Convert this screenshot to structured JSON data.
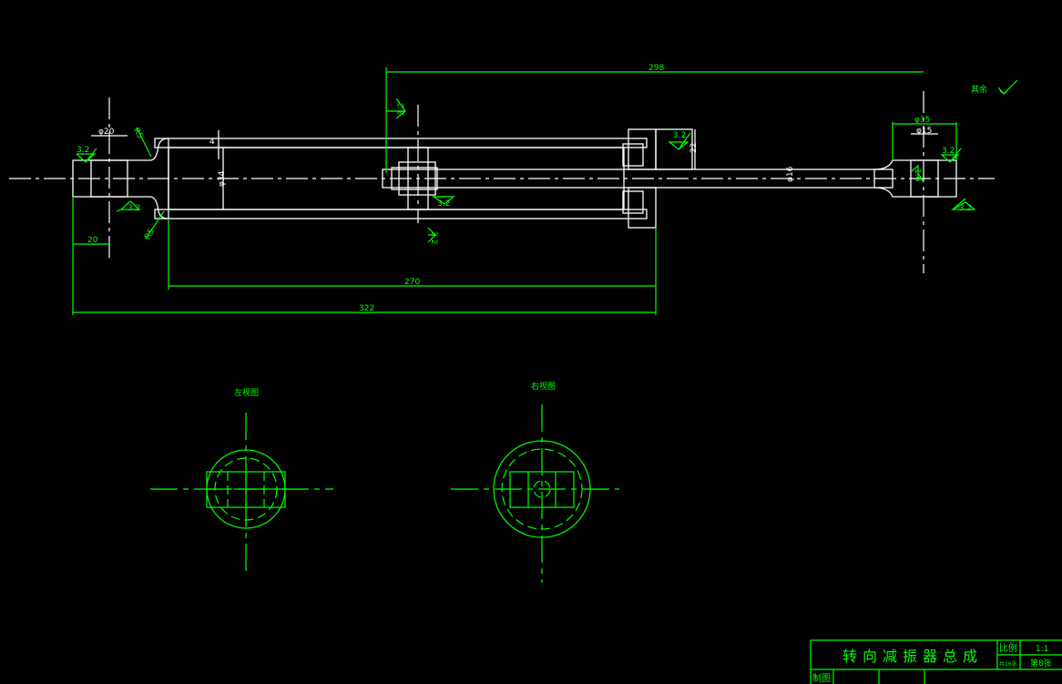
{
  "drawing": {
    "title": "转向减振器总成",
    "note_other": "其余",
    "views": {
      "left_view": "左视图",
      "right_view": "右视图"
    },
    "dimensions": {
      "d298": "298",
      "d270": "270",
      "d322": "322",
      "d20": "20",
      "phi20": "φ20",
      "phi35": "φ35",
      "phi15": "φ15",
      "phi34": "φ34",
      "phi16": "φ16",
      "r5a": "R5",
      "r5b": "R5",
      "d22": "22",
      "d4": "4"
    },
    "roughness": "3.2",
    "roughness_fine": "1.6"
  },
  "title_block": {
    "title": "转向减振器总成",
    "scale_label": "比例",
    "scale_value": "1:1",
    "sheets_total": "共16张",
    "sheet_no": "第8张",
    "drawn_by_label": "制图"
  }
}
